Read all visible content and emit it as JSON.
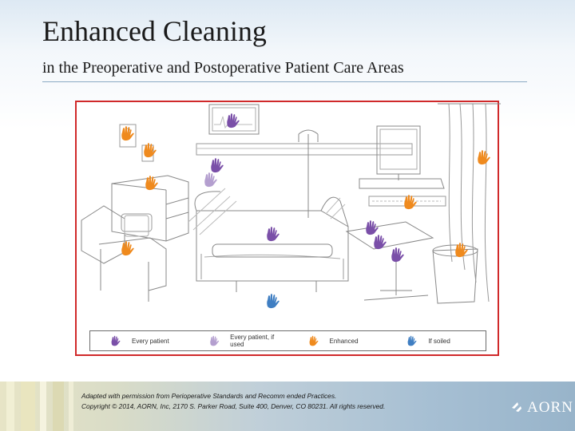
{
  "slide": {
    "title": "Enhanced Cleaning",
    "subtitle": "in the Preoperative and Postoperative Patient Care Areas"
  },
  "figure": {
    "legend": [
      {
        "label": "Every patient",
        "color": "#7a4fa8"
      },
      {
        "label": "Every patient, if used",
        "color": "#b49fcf"
      },
      {
        "label": "Enhanced",
        "color": "#ef8a1e"
      },
      {
        "label": "If soiled",
        "color": "#3f7ec2"
      }
    ]
  },
  "footer": {
    "line1": "Adapted with permission from Perioperative Standards and Recomm ended Practices.",
    "line2": "Copyright © 2014, AORN, Inc, 2170 S. Parker Road, Suite 400, Denver, CO 80231. All rights reserved.",
    "logo_text": "AORN",
    "logo_icon": "aorn-logo-icon"
  }
}
